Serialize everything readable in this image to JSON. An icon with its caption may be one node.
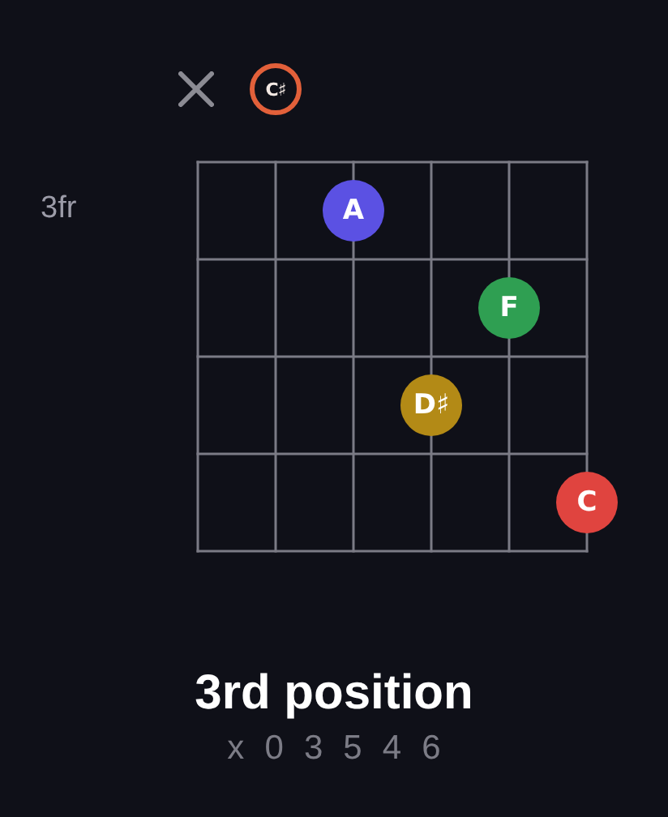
{
  "diagram": {
    "title": "3rd position",
    "nodes": [
      {
        "text": [
          "C♯"
        ]
      },
      {
        "text": [
          "A"
        ]
      },
      {
        "text": [
          "F"
        ]
      },
      {
        "text": [
          "D♯"
        ]
      },
      {
        "text": [
          "C"
        ]
      }
    ],
    "edges": [],
    "labels": [
      "3fr",
      "x 0 3 5 4 6"
    ]
  }
}
